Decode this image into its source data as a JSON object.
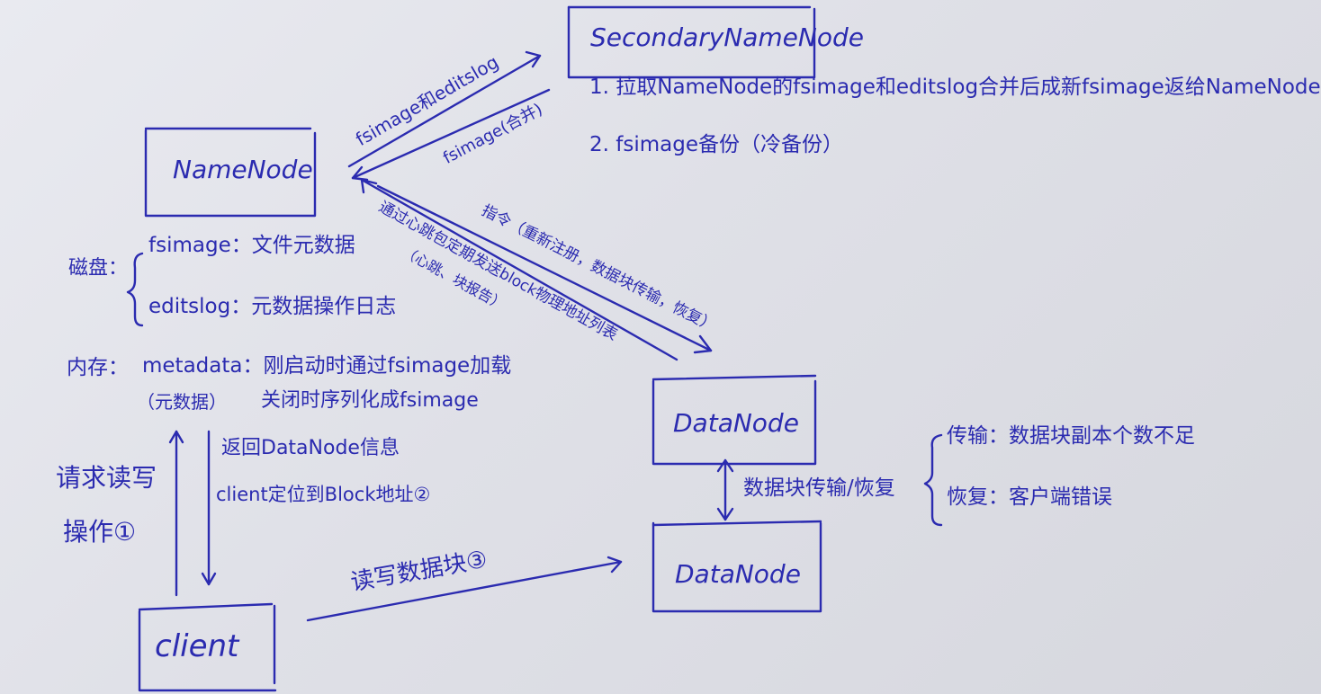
{
  "nodes": {
    "secondary": "SecondaryNameNode",
    "namenode": "NameNode",
    "datanode_top": "DataNode",
    "datanode_bottom": "DataNode",
    "client": "client"
  },
  "secondary_notes": {
    "line1": "1. 拉取NameNode的fsimage和editslog合并后成新fsimage返给NameNode",
    "line2": "2. fsimage备份（冷备份）"
  },
  "arrows": {
    "to_secondary": "fsimage和editslog",
    "from_secondary": "fsimage(合并)",
    "heartbeat_line1": "通过心跳包定期发送block物理地址列表",
    "heartbeat_line2": "（心跳、块报告）",
    "instruction": "指令（重新注册，数据块传输，恢复）",
    "datanode_transfer": "数据块传输/恢复",
    "read_write_blocks": "读写数据块③"
  },
  "namenode_storage": {
    "disk_label": "磁盘：",
    "fsimage": "fsimage：文件元数据",
    "editslog": "editslog：元数据操作日志",
    "memory_label": "内存：",
    "metadata": "metadata：刚启动时通过fsimage加载",
    "metadata_sub": "（元数据）",
    "serialize": "关闭时序列化成fsimage"
  },
  "client_flow": {
    "request_line1": "请求读写",
    "request_line2": "操作①",
    "return_info": "返回DataNode信息",
    "locate": "client定位到Block地址②"
  },
  "datanode_notes": {
    "transfer": "传输：数据块副本个数不足",
    "recover": "恢复：客户端错误"
  },
  "colors": {
    "ink": "#2b2bb0",
    "paper": "#e3e4ea"
  }
}
